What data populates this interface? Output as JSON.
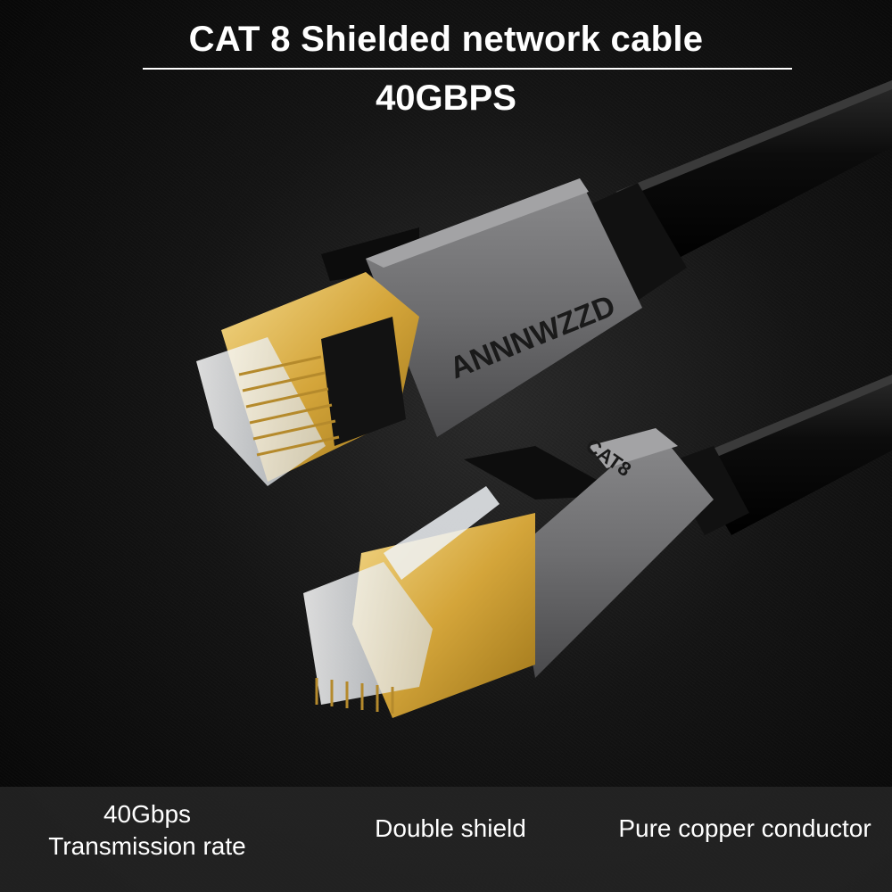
{
  "header": {
    "title": "CAT 8 Shielded network cable",
    "subtitle": "40GBPS"
  },
  "product": {
    "brand_label": "ANNNWZZD",
    "connector_label": "CAT8",
    "colors": {
      "housing": "#6e6e70",
      "gold_shield": "#d4a53a",
      "cable": "#0a0a0a",
      "background": "#151515"
    }
  },
  "features": [
    {
      "line1": "40Gbps",
      "line2": "Transmission rate"
    },
    {
      "line1": "Double shield"
    },
    {
      "line1": "Pure copper conductor"
    }
  ]
}
